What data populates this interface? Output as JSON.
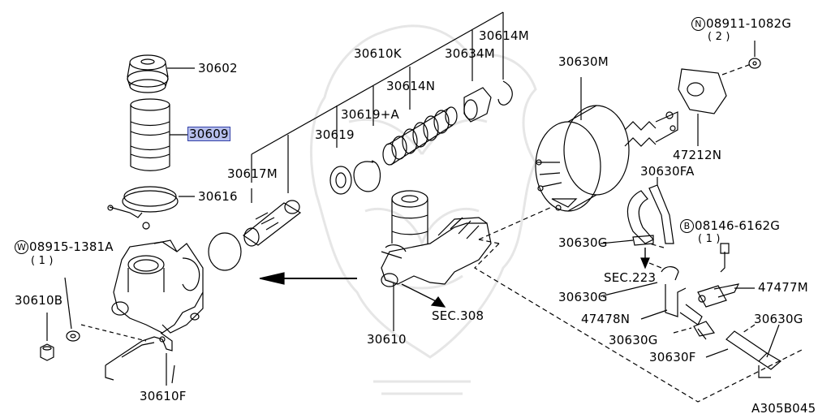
{
  "diagram_id": "A305B045",
  "colors": {
    "line": "#000000",
    "highlight_fill": "#b7bfec",
    "highlight_border": "#3341a8",
    "watermark": "#e8e8e8"
  },
  "parts": {
    "p30602": "30602",
    "p30609": "30609",
    "p30616": "30616",
    "p08915_code": "08915-1381A",
    "p08915_prefix": "W",
    "p08915_qty": "( 1 )",
    "p30610B": "30610B",
    "p30610F": "30610F",
    "p30617M": "30617M",
    "p30619": "30619",
    "p30619A": "30619+A",
    "p30610K": "30610K",
    "p30614N": "30614N",
    "p30634M": "30634M",
    "p30614M": "30614M",
    "p30610": "30610",
    "sec308": "SEC.308",
    "p30630M": "30630M",
    "p08911_code": "08911-1082G",
    "p08911_prefix": "N",
    "p08911_qty": "( 2 )",
    "p47212N": "47212N",
    "p30630FA": "30630FA",
    "p08146_code": "08146-6162G",
    "p08146_prefix": "B",
    "p08146_qty": "( 1 )",
    "p30630G_a": "30630G",
    "sec223": "SEC.223",
    "p30630G_b": "30630G",
    "p47477M": "47477M",
    "p47478N": "47478N",
    "p30630G_c": "30630G",
    "p30630G_d": "30630G",
    "p30630F": "30630F"
  }
}
